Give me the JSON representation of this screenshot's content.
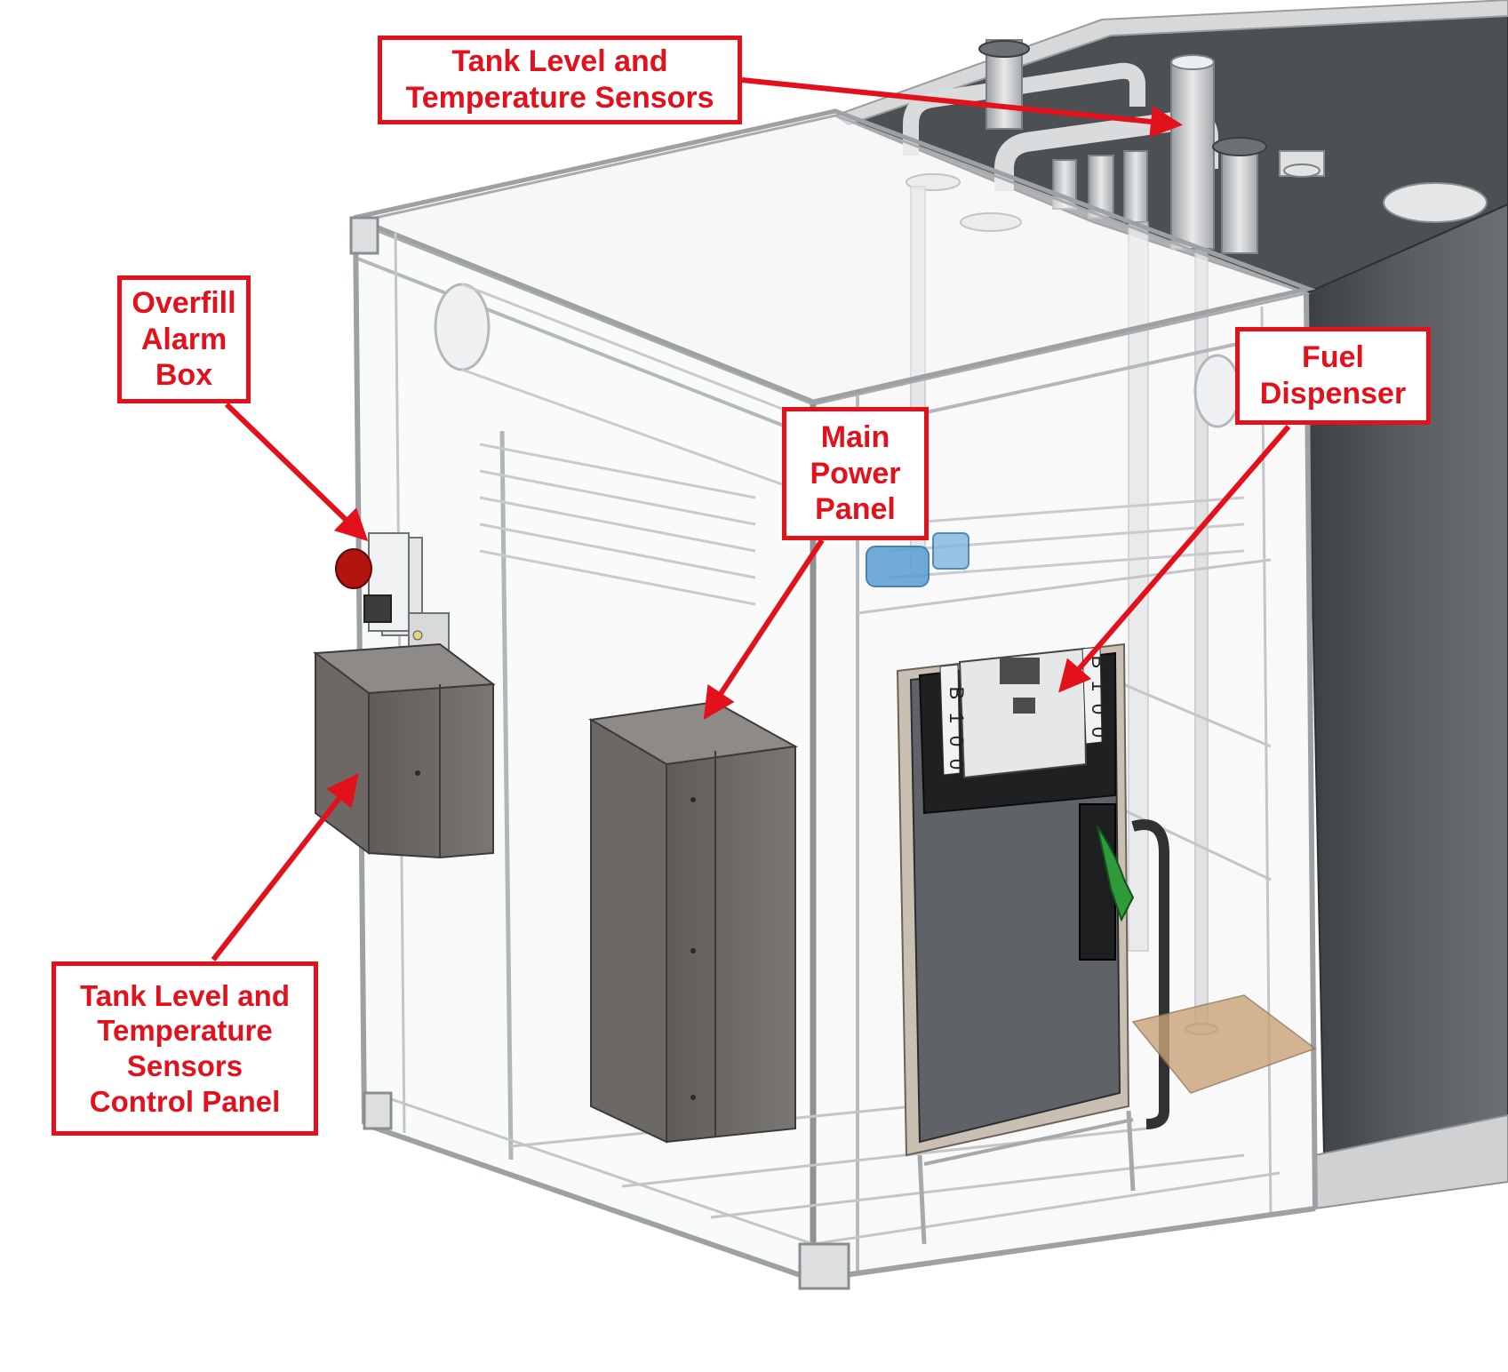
{
  "colors": {
    "callout_red": "#e3111b",
    "frame_gray": "#b9bcc0",
    "tank_dark": "#4a4d50",
    "enclosure_gray": "#6e6a68",
    "dispenser_gray": "#5f6266",
    "nozzle_green": "#2e9a3a",
    "pump_blue": "#5a9fd4",
    "alarm_red": "#b3140f"
  },
  "callouts": {
    "sensors_top": [
      "Tank Level and",
      "Temperature Sensors"
    ],
    "overfill_alarm": [
      "Overfill",
      "Alarm",
      "Box"
    ],
    "main_power": [
      "Main",
      "Power",
      "Panel"
    ],
    "fuel_dispenser": [
      "Fuel",
      "Dispenser"
    ],
    "sensors_control": [
      "Tank Level and",
      "Temperature",
      "Sensors",
      "Control Panel"
    ]
  },
  "dispenser_markings": {
    "left": [
      "B",
      "1",
      "0",
      "0"
    ],
    "right": [
      "B",
      "1",
      "0",
      "0"
    ]
  }
}
